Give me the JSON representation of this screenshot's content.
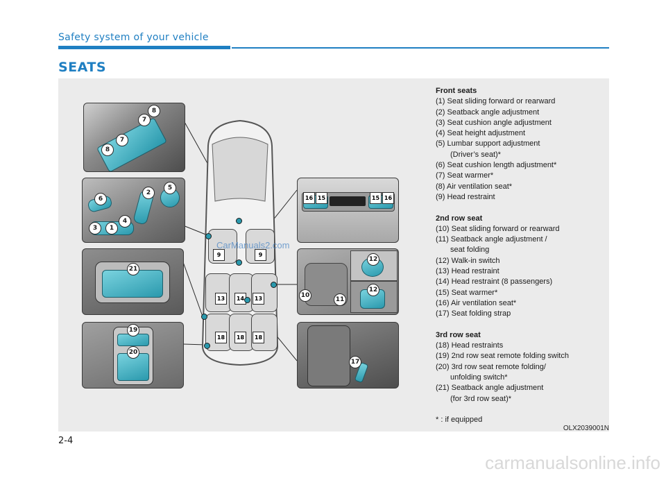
{
  "header": {
    "section_title": "Safety system of your vehicle",
    "page_heading": "SEATS"
  },
  "colors": {
    "accent": "#1f7fc2",
    "button_teal": "#2a99ad"
  },
  "callouts": {
    "panel_lumbar": [
      "8",
      "7",
      "7",
      "8"
    ],
    "panel_side": [
      "6",
      "2",
      "5",
      "3",
      "1",
      "4"
    ],
    "panel_3rd_back": [
      "21"
    ],
    "panel_remote": [
      "19",
      "20"
    ],
    "panel_console": [
      "16",
      "15",
      "15",
      "16"
    ],
    "panel_2nd": [
      "12",
      "10",
      "11",
      "12"
    ],
    "panel_strap": [
      "17"
    ],
    "car_front": [
      "9",
      "9"
    ],
    "car_mid": [
      "13",
      "14",
      "13"
    ],
    "car_rear": [
      "18",
      "18",
      "18"
    ]
  },
  "legend": {
    "front": {
      "heading": "Front seats",
      "items": [
        "(1) Seat sliding forward or rearward",
        "(2) Seatback angle adjustment",
        "(3) Seat cushion angle adjustment",
        "(4) Seat height adjustment",
        "(5) Lumbar support adjustment",
        "(Driver’s seat)*",
        "(6) Seat cushion length adjustment*",
        "(7) Seat warmer*",
        "(8) Air ventilation seat*",
        "(9) Head restraint"
      ]
    },
    "second": {
      "heading": "2nd row seat",
      "items": [
        "(10) Seat sliding forward or rearward",
        "(11) Seatback angle adjustment /",
        "seat folding",
        "(12) Walk-in switch",
        "(13) Head restraint",
        "(14) Head restraint (8 passengers)",
        "(15) Seat warmer*",
        "(16) Air ventilation seat*",
        "(17) Seat folding strap"
      ]
    },
    "third": {
      "heading": "3rd row seat",
      "items": [
        "(18) Head restraints",
        "(19) 2nd row seat remote folding switch",
        "(20) 3rd row seat remote folding/",
        "unfolding switch*",
        "(21) Seatback angle adjustment",
        "(for 3rd row seat)*"
      ]
    },
    "footnote": "* : if equipped"
  },
  "figure_code": "OLX2039001N",
  "watermark": "CarManuals2.com",
  "page_number": "2-4",
  "footer_brand": "carmanualsonline.info"
}
